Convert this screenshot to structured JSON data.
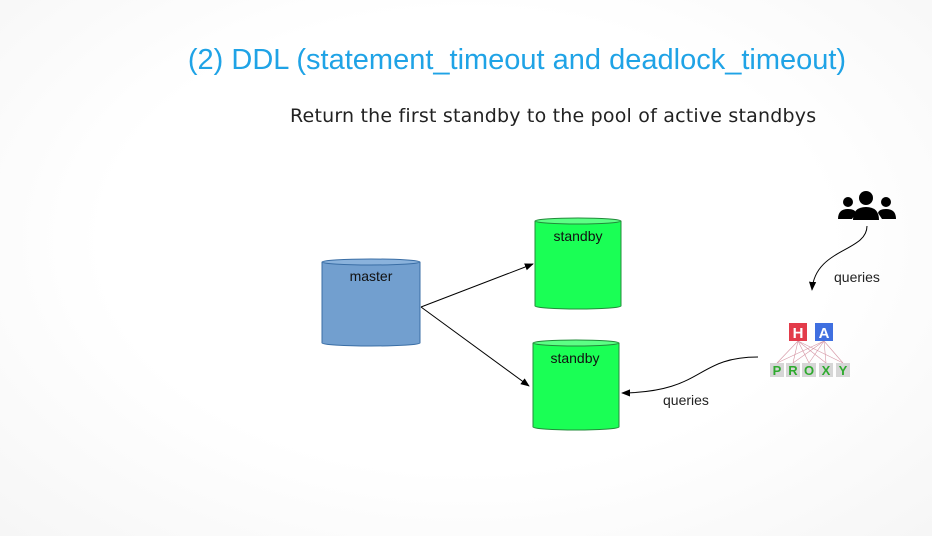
{
  "title": "(2) DDL (statement_timeout and deadlock_timeout)",
  "subtitle": "Return the first standby to the pool of active standbys",
  "nodes": {
    "master": {
      "label": "master",
      "color": "#729fcf"
    },
    "standby_top": {
      "label": "standby",
      "color": "#1aff55"
    },
    "standby_bottom": {
      "label": "standby",
      "color": "#1aff55"
    }
  },
  "edges": {
    "users_to_proxy": "queries",
    "proxy_to_standby": "queries"
  },
  "haproxy": {
    "top_letters": [
      "H",
      "A"
    ],
    "top_colors": [
      "#e33b4a",
      "#3f6fe0"
    ],
    "bottom_letters": [
      "P",
      "R",
      "O",
      "X",
      "Y"
    ],
    "letter_color": "#2faa2f"
  },
  "icons": {
    "users": "users-group-icon"
  }
}
